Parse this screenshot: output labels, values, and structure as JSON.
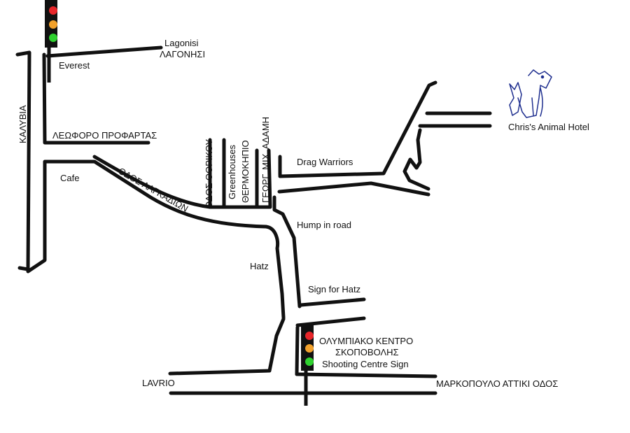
{
  "labels": {
    "lagonisi_en": "Lagonisi",
    "lagonisi_gr": "ΛΑΓΟΝΗΣΙ",
    "everest": "Everest",
    "kalyvia": "ΚΑΛΥΒΙΑ",
    "leoforo_profartas": "ΛΕΩΦΟΡΟ ΠΡΟΦΑΡΤΑΣ",
    "cafe": "Cafe",
    "odos_lagkadion": "ΟΔΟΣ ΛΑΓΚΑΔΙΩΝ",
    "odos_thorikou": "ΟΔΟΣ ΘΟΡΙΚΟΥ",
    "greenhouses": "Greenhouses",
    "thermokipio": "ΘΕΡΜΟΚΗΠΙΟ",
    "georg_mich_adami": "ΓΕΩΡΓ. ΜΙΧ. ΑΔΑΜΗ",
    "drag_warriors": "Drag Warriors",
    "chris_animal_hotel": "Chris's Animal Hotel",
    "hump_in_road": "Hump in road",
    "hatz": "Hatz",
    "sign_for_hatz": "Sign for Hatz",
    "olympiako_1": "ΟΛΥΜΠΙΑΚΟ ΚΕΝΤΡΟ",
    "olympiako_2": "ΣΚΟΠΟΒΟΛΗΣ",
    "shooting_centre_sign": "Shooting Centre Sign",
    "lavrio": "LAVRIO",
    "markopoulo": "ΜΑΡΚΟΠΟΥΛΟ ΑΤΤΙΚΙ ΟΔΟΣ"
  },
  "icons": {
    "traffic_light": "traffic-light-icon",
    "dog": "dog-icon"
  },
  "colors": {
    "road": "#111111",
    "light_red": "#e8262a",
    "light_amber": "#f2a12b",
    "light_green": "#2fd12f",
    "dog_outline": "#1f2f8f"
  }
}
